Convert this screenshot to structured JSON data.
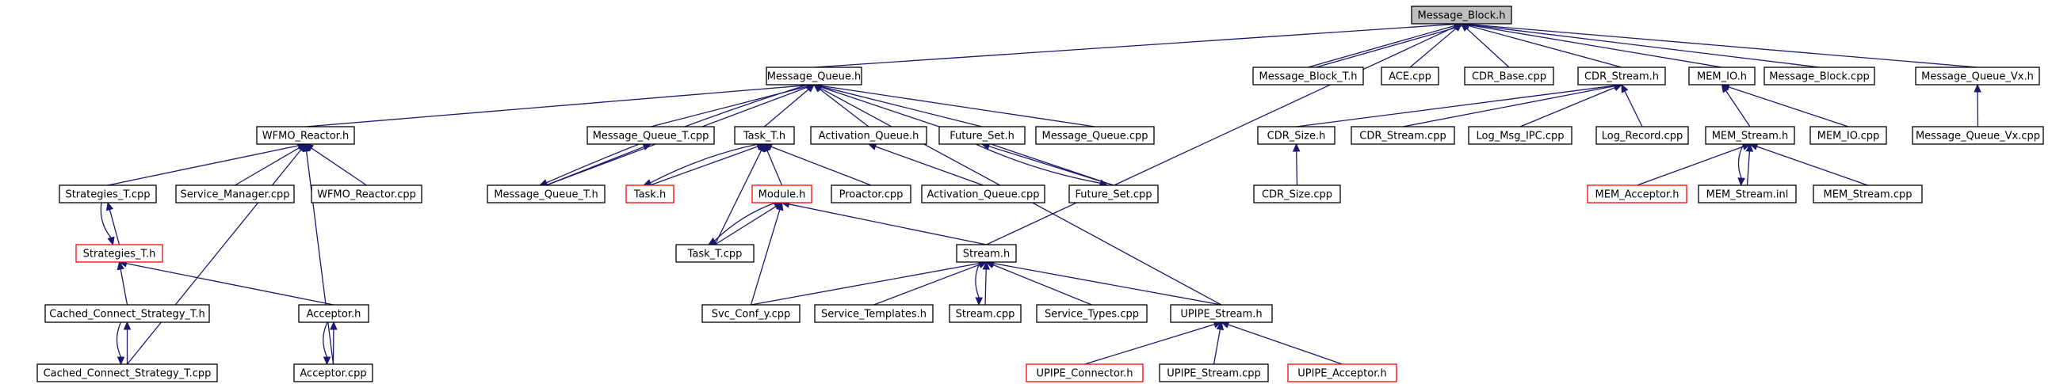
{
  "graph": {
    "nodes": [
      {
        "id": "msgblock_h",
        "label": "Message_Block.h",
        "root": true
      },
      {
        "id": "msgqueue_h",
        "label": "Message_Queue.h"
      },
      {
        "id": "mbt_h",
        "label": "Message_Block_T.h"
      },
      {
        "id": "ace_cpp",
        "label": "ACE.cpp"
      },
      {
        "id": "cdrbase_cpp",
        "label": "CDR_Base.cpp"
      },
      {
        "id": "cdrstream_h",
        "label": "CDR_Stream.h"
      },
      {
        "id": "memio_h",
        "label": "MEM_IO.h"
      },
      {
        "id": "msgblock_cpp",
        "label": "Message_Block.cpp"
      },
      {
        "id": "mqvx_h",
        "label": "Message_Queue_Vx.h"
      },
      {
        "id": "wfmo_h",
        "label": "WFMO_Reactor.h"
      },
      {
        "id": "mqt_cpp",
        "label": "Message_Queue_T.cpp"
      },
      {
        "id": "taskt_h",
        "label": "Task_T.h"
      },
      {
        "id": "actq_h",
        "label": "Activation_Queue.h"
      },
      {
        "id": "futset_h",
        "label": "Future_Set.h"
      },
      {
        "id": "msgqueue_cpp",
        "label": "Message_Queue.cpp"
      },
      {
        "id": "cdrsize_h",
        "label": "CDR_Size.h"
      },
      {
        "id": "cdrstream_cpp",
        "label": "CDR_Stream.cpp"
      },
      {
        "id": "logmsgipc_cpp",
        "label": "Log_Msg_IPC.cpp"
      },
      {
        "id": "logrecord_cpp",
        "label": "Log_Record.cpp"
      },
      {
        "id": "memstream_h",
        "label": "MEM_Stream.h"
      },
      {
        "id": "memio_cpp",
        "label": "MEM_IO.cpp"
      },
      {
        "id": "mqvx_cpp",
        "label": "Message_Queue_Vx.cpp"
      },
      {
        "id": "strat_cpp",
        "label": "Strategies_T.cpp"
      },
      {
        "id": "svcmgr_cpp",
        "label": "Service_Manager.cpp"
      },
      {
        "id": "wfmo_cpp",
        "label": "WFMO_Reactor.cpp"
      },
      {
        "id": "mqt_h",
        "label": "Message_Queue_T.h"
      },
      {
        "id": "task_h",
        "label": "Task.h",
        "red": true
      },
      {
        "id": "module_h",
        "label": "Module.h",
        "red": true
      },
      {
        "id": "proactor_cpp",
        "label": "Proactor.cpp"
      },
      {
        "id": "actq_cpp",
        "label": "Activation_Queue.cpp"
      },
      {
        "id": "futset_cpp",
        "label": "Future_Set.cpp"
      },
      {
        "id": "cdrsize_cpp",
        "label": "CDR_Size.cpp"
      },
      {
        "id": "memacc_h",
        "label": "MEM_Acceptor.h",
        "red": true
      },
      {
        "id": "memstream_inl",
        "label": "MEM_Stream.inl"
      },
      {
        "id": "memstream_cpp",
        "label": "MEM_Stream.cpp"
      },
      {
        "id": "strat_h",
        "label": "Strategies_T.h",
        "red": true
      },
      {
        "id": "taskt_cpp",
        "label": "Task_T.cpp"
      },
      {
        "id": "stream_h",
        "label": "Stream.h"
      },
      {
        "id": "ccst_h",
        "label": "Cached_Connect_Strategy_T.h"
      },
      {
        "id": "acceptor_h",
        "label": "Acceptor.h"
      },
      {
        "id": "svcconf_cpp",
        "label": "Svc_Conf_y.cpp"
      },
      {
        "id": "svctempl_h",
        "label": "Service_Templates.h"
      },
      {
        "id": "stream_cpp",
        "label": "Stream.cpp"
      },
      {
        "id": "svctypes_cpp",
        "label": "Service_Types.cpp"
      },
      {
        "id": "upipestream_h",
        "label": "UPIPE_Stream.h"
      },
      {
        "id": "ccst_cpp",
        "label": "Cached_Connect_Strategy_T.cpp"
      },
      {
        "id": "acceptor_cpp",
        "label": "Acceptor.cpp"
      },
      {
        "id": "upipeconn_h",
        "label": "UPIPE_Connector.h",
        "red": true
      },
      {
        "id": "upipestream_cpp",
        "label": "UPIPE_Stream.cpp"
      },
      {
        "id": "upipeacc_h",
        "label": "UPIPE_Acceptor.h",
        "red": true
      }
    ]
  }
}
